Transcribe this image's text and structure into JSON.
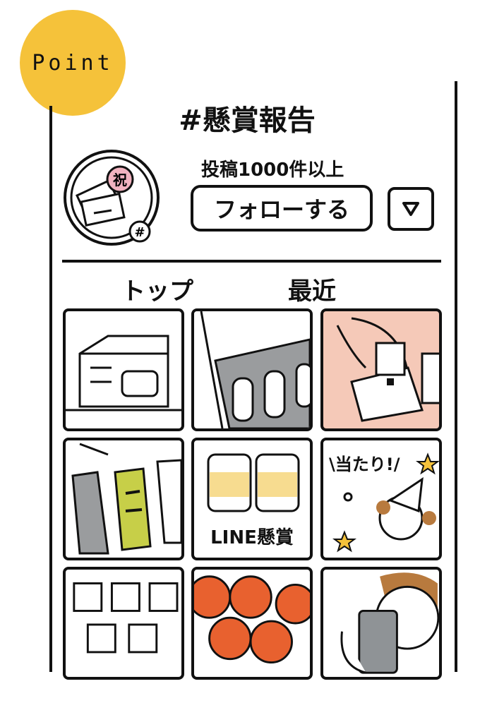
{
  "badge": {
    "label": "Point",
    "color": "#f5c23a"
  },
  "header": {
    "title": "#懸賞報告"
  },
  "profile": {
    "avatar_badge": "祝",
    "hashtag_badge": "#",
    "post_count": "投稿1000件以上",
    "follow_label": "フォローする",
    "dropdown_icon": "triangle-down-icon"
  },
  "tabs": [
    {
      "label": "トップ"
    },
    {
      "label": "最近"
    }
  ],
  "grid": {
    "tiles": [
      {
        "subject": "box"
      },
      {
        "subject": "bottles"
      },
      {
        "subject": "bag",
        "bg": "#f5c9b8"
      },
      {
        "subject": "cans"
      },
      {
        "subject": "jars",
        "caption": "LINE懸賞"
      },
      {
        "subject": "celebration",
        "speech": "\\当たり!/"
      },
      {
        "subject": "cups"
      },
      {
        "subject": "apples"
      },
      {
        "subject": "person-drinking"
      }
    ]
  }
}
